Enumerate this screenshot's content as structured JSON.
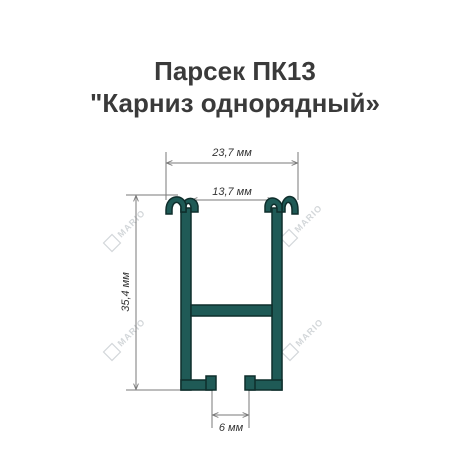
{
  "title": {
    "line1": "Парсек ПК13",
    "line2": "\"Карниз однорядный»"
  },
  "dimensions": {
    "overall_width": "23,7 мм",
    "inner_width": "13,7 мм",
    "height": "35,4 мм",
    "slot_width": "6 мм"
  },
  "watermark": {
    "text": "MARIO"
  },
  "colors": {
    "profile_fill": "#1f5a56",
    "profile_stroke": "#0f2e2c",
    "dimension_line": "#7a7a7a",
    "title": "#3a3a3a"
  }
}
